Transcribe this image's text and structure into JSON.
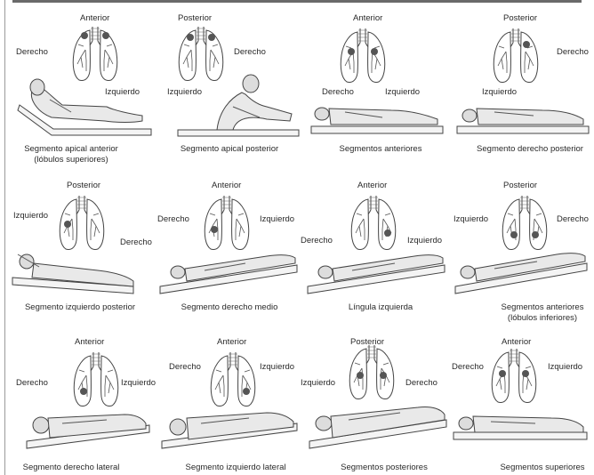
{
  "panels": [
    {
      "labels": {
        "top": "Anterior",
        "left": "Derecho",
        "right": "Izquierdo"
      },
      "caption": [
        "Segmento apical anterior",
        "(lóbulos superiores)"
      ]
    },
    {
      "labels": {
        "top": "Posterior",
        "left": "Izquierdo",
        "right": "Derecho"
      },
      "caption": [
        "Segmento apical posterior"
      ]
    },
    {
      "labels": {
        "top": "Anterior",
        "left": "Derecho",
        "right": "Izquierdo"
      },
      "caption": [
        "Segmentos anteriores"
      ]
    },
    {
      "labels": {
        "top": "Posterior",
        "left": "Izquierdo",
        "right": "Derecho"
      },
      "caption": [
        "Segmento derecho posterior"
      ]
    },
    {
      "labels": {
        "top": "Posterior",
        "left": "Izquierdo",
        "right": "Derecho"
      },
      "caption": [
        "Segmento izquierdo posterior"
      ]
    },
    {
      "labels": {
        "top": "Anterior",
        "left": "Derecho",
        "right": "Izquierdo"
      },
      "caption": [
        "Segmento derecho medio"
      ]
    },
    {
      "labels": {
        "top": "Anterior",
        "left": "Derecho",
        "right": "Izquierdo"
      },
      "caption": [
        "Língula izquierda"
      ]
    },
    {
      "labels": {
        "top": "Posterior",
        "left": "Izquierdo",
        "right": "Derecho"
      },
      "caption": [
        "Segmentos anteriores",
        "(lóbulos inferiores)"
      ]
    },
    {
      "labels": {
        "top": "Anterior",
        "left": "Derecho",
        "right": "Izquierdo"
      },
      "caption": [
        "Segmento derecho lateral"
      ]
    },
    {
      "labels": {
        "top": "Anterior",
        "left": "Derecho",
        "right": "Izquierdo"
      },
      "caption": [
        "Segmento izquierdo lateral"
      ]
    },
    {
      "labels": {
        "top": "Posterior",
        "left": "Izquierdo",
        "right": "Derecho"
      },
      "caption": [
        "Segmentos posteriores"
      ]
    },
    {
      "labels": {
        "top": "Anterior",
        "left": "Derecho",
        "right": "Izquierdo"
      },
      "caption": [
        "Segmentos superiores"
      ]
    }
  ]
}
